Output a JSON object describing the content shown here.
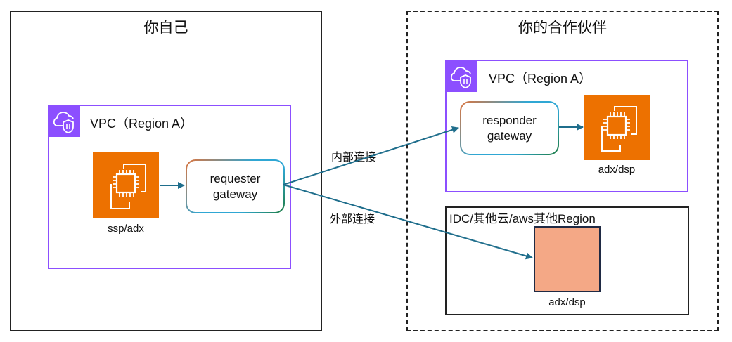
{
  "zones": {
    "self": {
      "title": "你自己"
    },
    "partner": {
      "title": "你的合作伙伴"
    }
  },
  "self_vpc": {
    "label": "VPC（Region A）",
    "icon": "vpc-cloud-shield-icon",
    "instance": {
      "icon": "ec2-instance-icon",
      "caption": "ssp/adx"
    },
    "gateway": {
      "line1": "requester",
      "line2": "gateway"
    }
  },
  "partner_vpc": {
    "label": "VPC（Region A）",
    "icon": "vpc-cloud-shield-icon",
    "gateway": {
      "line1": "responder",
      "line2": "gateway"
    },
    "instance": {
      "icon": "ec2-instance-icon",
      "caption": "adx/dsp"
    }
  },
  "external": {
    "label": "IDC/其他云/aws其他Region",
    "node": {
      "caption": "adx/dsp"
    }
  },
  "edges": {
    "internal": "内部连接",
    "external": "外部连接"
  },
  "colors": {
    "vpc": "#8C4FFF",
    "ec2": "#ED7100",
    "arrow": "#1F6E8C",
    "external_node": "#F4A886"
  }
}
